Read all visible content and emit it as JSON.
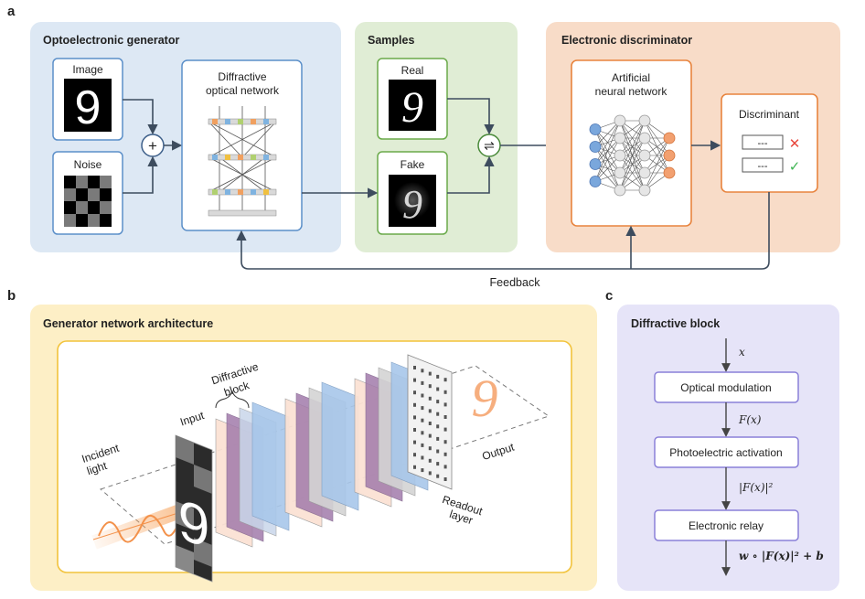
{
  "panels": {
    "a": {
      "letter": "a",
      "generator_title": "Optoelectronic generator",
      "image_label": "Image",
      "noise_label": "Noise",
      "sum_symbol": "+",
      "don_label_1": "Diffractive",
      "don_label_2": "optical network",
      "samples_title": "Samples",
      "real_label": "Real",
      "fake_label": "Fake",
      "switch_symbol": "⇌",
      "discriminator_title": "Electronic discriminator",
      "ann_label_1": "Artificial",
      "ann_label_2": "neural network",
      "discriminant_label": "Discriminant",
      "dash_text": "---",
      "cross_symbol": "✕",
      "check_symbol": "✓",
      "feedback_label": "Feedback",
      "digit": "9",
      "colors": {
        "generator_bg": "#dde8f4",
        "samples_bg": "#e0edd5",
        "discriminator_bg": "#f8dcc8",
        "blue_border": "#5b8fc9",
        "green_border": "#6aaa4a",
        "orange_border": "#e8843e"
      }
    },
    "b": {
      "letter": "b",
      "title": "Generator network architecture",
      "incident_1": "Incident",
      "incident_2": "light",
      "input_label": "Input",
      "block_1": "Diffractive",
      "block_2": "block",
      "readout_1": "Readout",
      "readout_2": "layer",
      "output_label": "Output",
      "digit": "9",
      "colors": {
        "bg": "#fdefc6",
        "border": "#f2c33c"
      }
    },
    "c": {
      "letter": "c",
      "title": "Diffractive block",
      "x": "x",
      "fx": "F(x)",
      "abs_fx": "|F(x)|²",
      "output_expr": "w ∘ |F(x)|² + b",
      "step_1": "Optical modulation",
      "step_2": "Photoelectric activation",
      "step_3": "Electronic relay",
      "colors": {
        "bg": "#e6e4f8",
        "border": "#8a80d8"
      }
    }
  }
}
